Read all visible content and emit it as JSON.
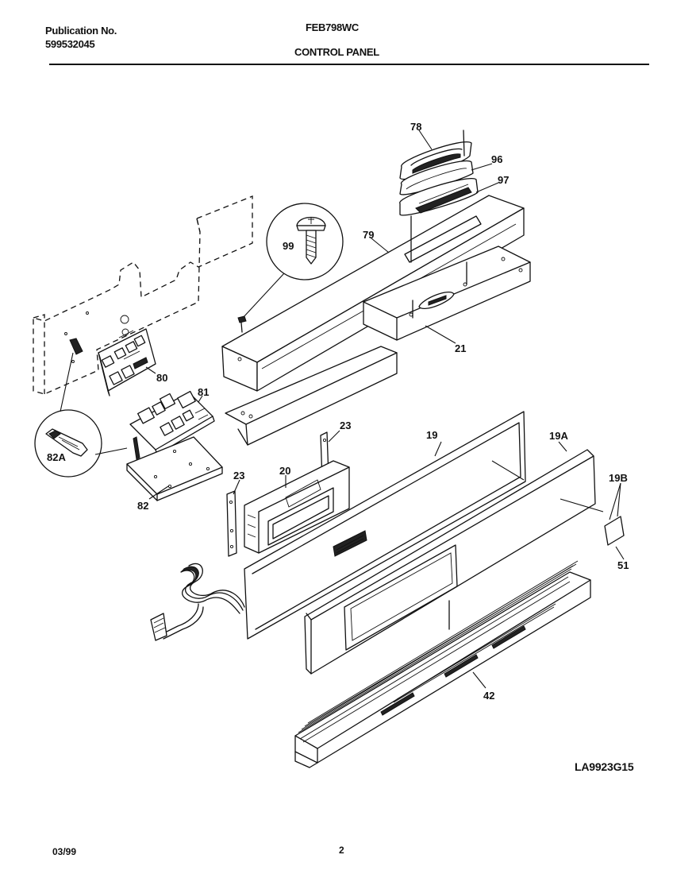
{
  "header": {
    "publication_label": "Publication No.",
    "publication_number": "599532045",
    "model": "FEB798WC",
    "section": "CONTROL PANEL"
  },
  "diagram_code": "LA9923G15",
  "footer": {
    "date": "03/99",
    "page_number": "2"
  },
  "callouts": {
    "c78": "78",
    "c96": "96",
    "c97": "97",
    "c99": "99",
    "c79": "79",
    "c21": "21",
    "c80": "80",
    "c81": "81",
    "c82A": "82A",
    "c82": "82",
    "c23a": "23",
    "c23b": "23",
    "c20": "20",
    "c19": "19",
    "c19A": "19A",
    "c19B": "19B",
    "c51": "51",
    "c42": "42"
  }
}
